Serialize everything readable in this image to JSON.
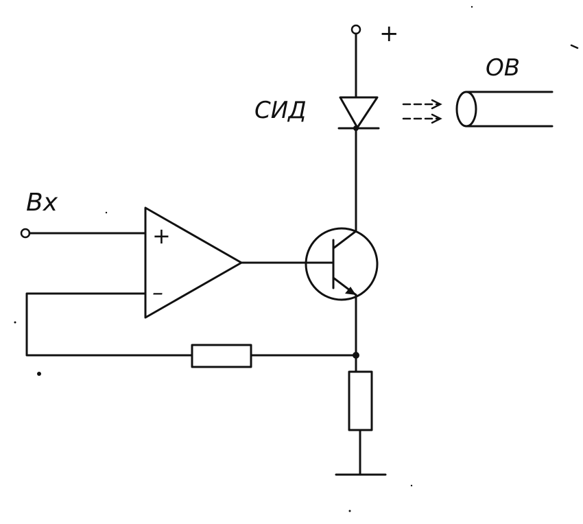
{
  "labels": {
    "input": "Bx",
    "led": "СИД",
    "fiber": "ОВ",
    "supply_plus": "+",
    "opamp_plus": "+",
    "opamp_minus": "–"
  },
  "colors": {
    "ink": "#111111",
    "paper": "#ffffff"
  }
}
